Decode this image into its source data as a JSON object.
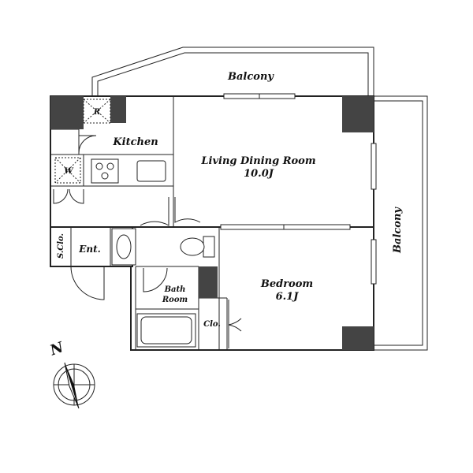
{
  "rooms": {
    "balcony_top": "Balcony",
    "balcony_right": "Balcony",
    "kitchen": "Kitchen",
    "living_dining": "Living Dining Room",
    "living_dining_size": "10.0J",
    "bedroom": "Bedroom",
    "bedroom_size": "6.1J",
    "bath": "Bath",
    "bath_room": "Room",
    "closet": "Clo.",
    "shoe_closet": "S.Clo.",
    "entrance": "Ent."
  },
  "fixtures": {
    "refrigerator": "R",
    "washer": "W"
  },
  "compass": {
    "north": "N"
  },
  "icons": {
    "compass": "compass-rose-icon"
  }
}
